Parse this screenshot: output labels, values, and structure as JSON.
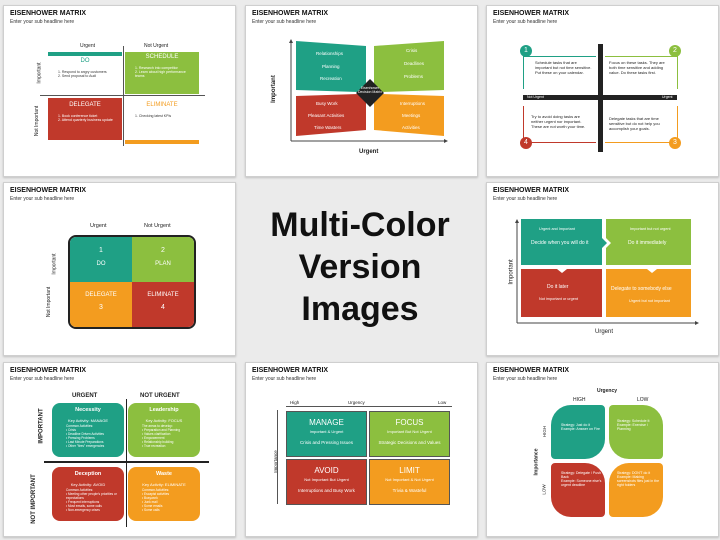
{
  "common": {
    "title": "EISENHOWER MATRIX",
    "subtitle": "Enter your sub headline here"
  },
  "center": {
    "line1": "Multi-Color",
    "line2": "Version Images"
  },
  "colors": {
    "teal": "#1fa085",
    "green": "#8cbf3f",
    "red": "#c0392b",
    "orange": "#f39c1f"
  },
  "s1": {
    "urgent": "Urgent",
    "not_urgent": "Not Urgent",
    "important": "Important",
    "not_important": "Not Important",
    "q1": "DO",
    "q2": "SCHEDULE",
    "q3": "DELEGATE",
    "q4": "ELIMINATE",
    "q1_items": "1. Respond to angry customers\n2. Send proposal to Audi",
    "q2_items": "1. Research into competitor\n2. Learn about high performance teams",
    "q3_items": "1. Book conference ticket\n2. Attend quarterly business update",
    "q4_items": "1. Checking latest KPIs"
  },
  "s2": {
    "important": "Important",
    "urgent": "Urgent",
    "center": "Eisenhower Decision Matrix",
    "tl": [
      "Relationships",
      "Planning",
      "Recreation"
    ],
    "tr": [
      "Crisis",
      "Deadlines",
      "Problems"
    ],
    "bl": [
      "Busy Work",
      "Pleasant Activities",
      "Time Wasters"
    ],
    "br": [
      "Interruptions",
      "Meetings",
      "Activities"
    ]
  },
  "s3": {
    "n1": "1",
    "n2": "2",
    "n3": "3",
    "n4": "4",
    "urgent": "Urgent",
    "not_urgent": "Not Urgent",
    "important": "Important",
    "not_important": "Not Important",
    "t1": "Schedule tasks that are important but not time sensitive. Put these on your calendar.",
    "t2": "Focus on these tasks. They are both time sensitive and adding value. Do these tasks first.",
    "t3": "Delegate tasks that are time sensitive but do not help you accomplish your goals.",
    "t4": "Try to avoid doing tasks are neither urgent nor important. These are not worth your time."
  },
  "s4": {
    "urgent": "Urgent",
    "not_urgent": "Not Urgent",
    "important": "Important",
    "not_important": "Not Important",
    "q1n": "1",
    "q1": "DO",
    "q2n": "2",
    "q2": "PLAN",
    "q3": "DELEGATE",
    "q3n": "3",
    "q4": "ELIMINATE",
    "q4n": "4"
  },
  "s5": {
    "important": "Important",
    "urgent": "Urgent",
    "tl_small": "Urgent and Important",
    "tl": "Decide when you will do it",
    "tr_small": "Important but not urgent",
    "tr": "Do it immediately",
    "bl": "Do it later",
    "bl_small": "Not important or urgent",
    "br": "Delegate to somebody else",
    "br_small": "Urgent but not important"
  },
  "s6": {
    "urgent": "URGENT",
    "not_urgent": "NOT URGENT",
    "important": "IMPORTANT",
    "not_important": "NOT IMPORTANT",
    "q1": "Necessity",
    "q1k": "Key Activity: MANAGE",
    "q1i": "Common Activities:\n• Crisis\n• Deadline Driven Activities\n• Pressing Problems\n• Last Minute Preparations\n• Other \"fires\" emergencies",
    "q2": "Leadership",
    "q2k": "Key Activity: FOCUS",
    "q2i": "The areas to develop:\n• Preparation and Planning\n• Values clarification\n• Empowerment\n• Relationship building\n• True recreation",
    "q3": "Deception",
    "q3k": "Key Activity: AVOID",
    "q3i": "Common Activities:\n• Meeting other people's priorities or expectations\n• Frequent interruptions\n• Most emails, some calls\n• Non-emergency crises",
    "q4": "Waste",
    "q4k": "Key Activity: ELIMINATE",
    "q4i": "Common Activities:\n• Escapist activities\n• Busywork\n• Junk mail\n• Some emails\n• Some calls"
  },
  "s7": {
    "high": "High",
    "urgency": "Urgency",
    "low": "Low",
    "importance": "Importance",
    "q1": "MANAGE",
    "q1s": "Important & Urgent",
    "q1i": "Crisis and Pressing Issues",
    "q2": "FOCUS",
    "q2s": "Important But Not Urgent",
    "q2i": "Strategic Decisions and Values",
    "q3": "AVOID",
    "q3s": "Not Important But Urgent",
    "q3i": "Interruptions and Busy Work",
    "q4": "LIMIT",
    "q4s": "Not Important & Not Urgent",
    "q4i": "Trivia & Wasteful"
  },
  "s8": {
    "urgency": "Urgency",
    "high": "HIGH",
    "low": "LOW",
    "importance": "Importance",
    "imp_high": "HIGH",
    "imp_low": "LOW",
    "q1": "Strategy: Just do it\nExample: Answer on Fire",
    "q2": "Strategy: Schedule It\nExample: Exercise / Planning",
    "q3": "Strategy: Delegate / Push Back\nExample: Someone else's urgent deadline",
    "q4": "Strategy: DON'T do it\nExample: Making screenshots files just in the right folders"
  }
}
